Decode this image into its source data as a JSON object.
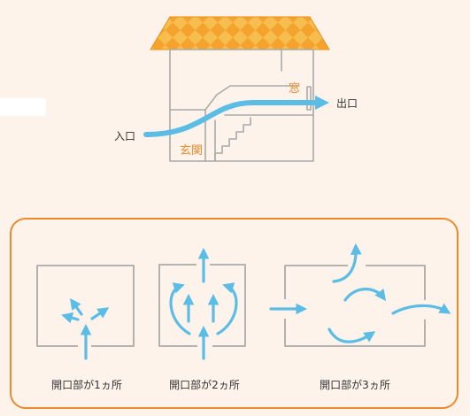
{
  "colors": {
    "roof": "#f4a32c",
    "roof_light": "#f8c25a",
    "wall_line": "#aaaaaa",
    "arrow": "#5bbde6",
    "accent": "#ee8a2a",
    "text": "#333333",
    "background": "#fdf3ea"
  },
  "house": {
    "entrance_label": "入口",
    "exit_label": "出口",
    "genkan_label": "玄関",
    "window_label": "窓"
  },
  "panels": [
    {
      "label": "開口部が1ヵ所"
    },
    {
      "label": "開口部が2ヵ所"
    },
    {
      "label": "開口部が3ヵ所"
    }
  ]
}
